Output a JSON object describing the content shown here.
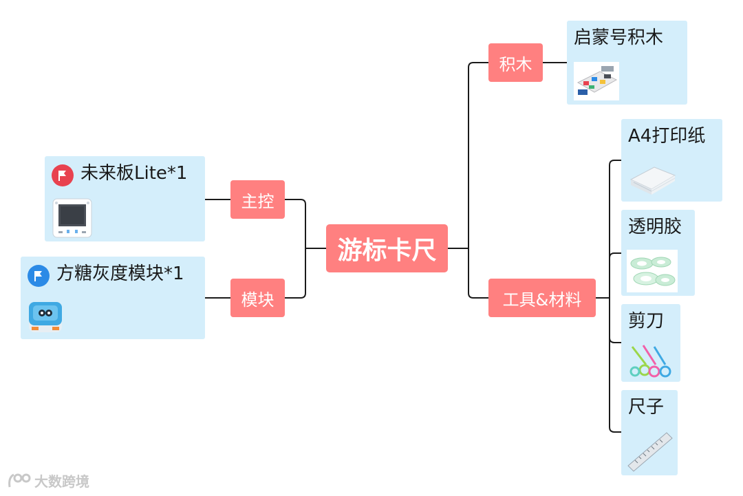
{
  "root": {
    "label": "游标卡尺"
  },
  "left_branches": [
    {
      "label": "主控",
      "item": {
        "title": "未来板Lite*1",
        "icon": "red-flag-icon"
      }
    },
    {
      "label": "模块",
      "item": {
        "title": "方糖灰度模块*1",
        "icon": "blue-flag-icon"
      }
    }
  ],
  "right_branches": [
    {
      "label": "积木",
      "items": [
        {
          "title": "启蒙号积木",
          "image": "building-blocks-kit"
        }
      ]
    },
    {
      "label": "工具&材料",
      "items": [
        {
          "title": "A4打印纸",
          "image": "paper-stack"
        },
        {
          "title": "透明胶",
          "image": "tape-rolls"
        },
        {
          "title": "剪刀",
          "image": "scissors"
        },
        {
          "title": "尺子",
          "image": "ruler"
        }
      ]
    }
  ],
  "watermark": {
    "text": "大数跨境",
    "icon": "logo-icon"
  },
  "colors": {
    "node": "#ff8080",
    "leaf": "#d4eefb",
    "line": "#1a1a1a",
    "flag_red": "#e8424f",
    "flag_blue": "#2b8ae6"
  }
}
